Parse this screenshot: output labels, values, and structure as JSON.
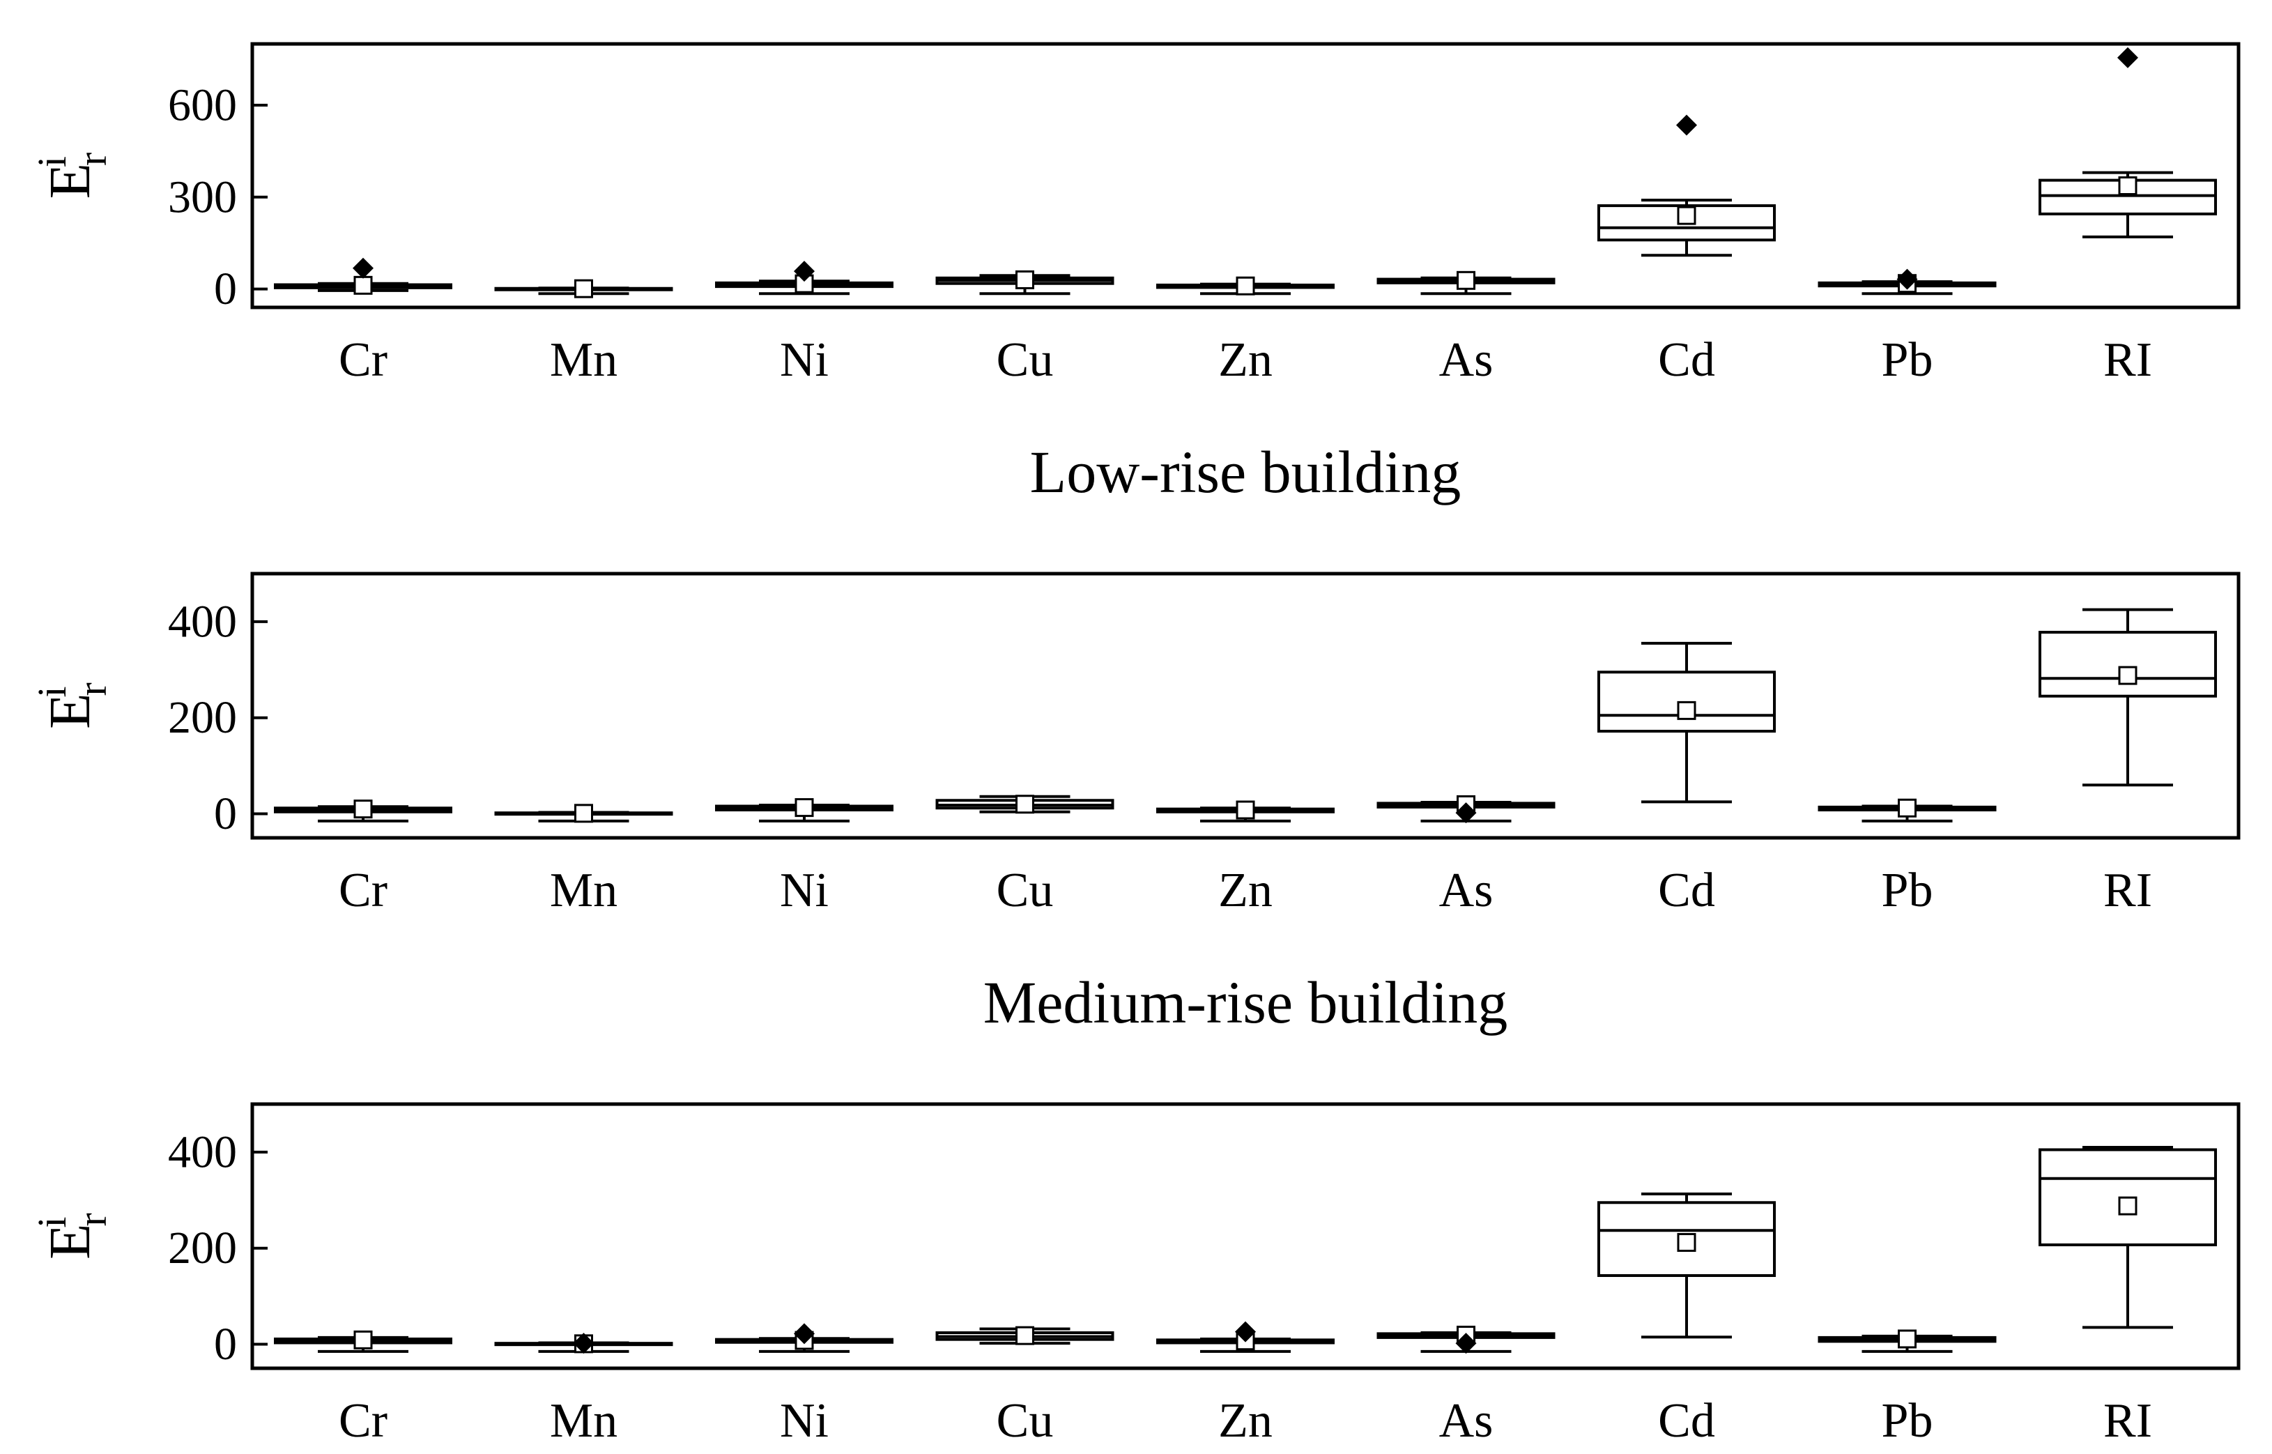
{
  "chart_data": [
    {
      "type": "box",
      "title": "Low-rise building",
      "ylabel": {
        "base": "E",
        "sup": "i",
        "sub": "r"
      },
      "ylim": [
        -60,
        800
      ],
      "yticks": [
        0,
        300,
        600
      ],
      "categories": [
        "Cr",
        "Mn",
        "Ni",
        "Cu",
        "Zn",
        "As",
        "Cd",
        "Pb",
        "RI"
      ],
      "boxes": [
        {
          "whisker_low": -5,
          "q1": 4,
          "median": 9,
          "q3": 14,
          "whisker_high": 18,
          "mean": 12,
          "outliers": [
            68
          ]
        },
        {
          "whisker_low": -15,
          "q1": 0,
          "median": 1,
          "q3": 2,
          "whisker_high": 3,
          "mean": 1,
          "outliers": []
        },
        {
          "whisker_low": -15,
          "q1": 8,
          "median": 14,
          "q3": 20,
          "whisker_high": 26,
          "mean": 17,
          "outliers": [
            58
          ]
        },
        {
          "whisker_low": -15,
          "q1": 18,
          "median": 28,
          "q3": 36,
          "whisker_high": 44,
          "mean": 30,
          "outliers": []
        },
        {
          "whisker_low": -15,
          "q1": 5,
          "median": 9,
          "q3": 13,
          "whisker_high": 16,
          "mean": 10,
          "outliers": []
        },
        {
          "whisker_low": -15,
          "q1": 20,
          "median": 26,
          "q3": 32,
          "whisker_high": 36,
          "mean": 28,
          "outliers": []
        },
        {
          "whisker_low": 110,
          "q1": 160,
          "median": 200,
          "q3": 272,
          "whisker_high": 290,
          "mean": 240,
          "outliers": [
            535
          ]
        },
        {
          "whisker_low": -15,
          "q1": 10,
          "median": 17,
          "q3": 20,
          "whisker_high": 24,
          "mean": 18,
          "outliers": [
            32
          ]
        },
        {
          "whisker_low": 170,
          "q1": 245,
          "median": 305,
          "q3": 355,
          "whisker_high": 380,
          "mean": 337,
          "outliers": [
            755
          ]
        }
      ]
    },
    {
      "type": "box",
      "title": "Medium-rise building",
      "ylabel": {
        "base": "E",
        "sup": "i",
        "sub": "r"
      },
      "ylim": [
        -50,
        500
      ],
      "yticks": [
        0,
        200,
        400
      ],
      "categories": [
        "Cr",
        "Mn",
        "Ni",
        "Cu",
        "Zn",
        "As",
        "Cd",
        "Pb",
        "RI"
      ],
      "boxes": [
        {
          "whisker_low": -15,
          "q1": 4,
          "median": 8,
          "q3": 12,
          "whisker_high": 15,
          "mean": 10,
          "outliers": []
        },
        {
          "whisker_low": -15,
          "q1": 0,
          "median": 1,
          "q3": 2,
          "whisker_high": 3,
          "mean": 1,
          "outliers": []
        },
        {
          "whisker_low": -15,
          "q1": 8,
          "median": 12,
          "q3": 16,
          "whisker_high": 18,
          "mean": 13,
          "outliers": []
        },
        {
          "whisker_low": 4,
          "q1": 12,
          "median": 18,
          "q3": 28,
          "whisker_high": 36,
          "mean": 20,
          "outliers": []
        },
        {
          "whisker_low": -15,
          "q1": 4,
          "median": 7,
          "q3": 10,
          "whisker_high": 12,
          "mean": 8,
          "outliers": []
        },
        {
          "whisker_low": -15,
          "q1": 14,
          "median": 18,
          "q3": 22,
          "whisker_high": 24,
          "mean": 19,
          "outliers": [
            2
          ]
        },
        {
          "whisker_low": 25,
          "q1": 172,
          "median": 205,
          "q3": 295,
          "whisker_high": 355,
          "mean": 215,
          "outliers": []
        },
        {
          "whisker_low": -15,
          "q1": 8,
          "median": 11,
          "q3": 14,
          "whisker_high": 16,
          "mean": 12,
          "outliers": []
        },
        {
          "whisker_low": 60,
          "q1": 245,
          "median": 282,
          "q3": 378,
          "whisker_high": 425,
          "mean": 288,
          "outliers": []
        }
      ]
    },
    {
      "type": "box",
      "title": "",
      "ylabel": {
        "base": "E",
        "sup": "i",
        "sub": "r"
      },
      "ylim": [
        -50,
        500
      ],
      "yticks": [
        0,
        200,
        400
      ],
      "categories": [
        "Cr",
        "Mn",
        "Ni",
        "Cu",
        "Zn",
        "As",
        "Cd",
        "Pb",
        "RI"
      ],
      "boxes": [
        {
          "whisker_low": -15,
          "q1": 3,
          "median": 7,
          "q3": 11,
          "whisker_high": 14,
          "mean": 9,
          "outliers": []
        },
        {
          "whisker_low": -15,
          "q1": 0,
          "median": 1,
          "q3": 2,
          "whisker_high": 3,
          "mean": 1,
          "outliers": [
            2
          ]
        },
        {
          "whisker_low": -15,
          "q1": 4,
          "median": 7,
          "q3": 10,
          "whisker_high": 12,
          "mean": 8,
          "outliers": [
            22
          ]
        },
        {
          "whisker_low": 2,
          "q1": 10,
          "median": 16,
          "q3": 24,
          "whisker_high": 32,
          "mean": 18,
          "outliers": []
        },
        {
          "whisker_low": -15,
          "q1": 3,
          "median": 6,
          "q3": 9,
          "whisker_high": 11,
          "mean": 7,
          "outliers": [
            26
          ]
        },
        {
          "whisker_low": -15,
          "q1": 14,
          "median": 18,
          "q3": 22,
          "whisker_high": 24,
          "mean": 19,
          "outliers": [
            2
          ]
        },
        {
          "whisker_low": 15,
          "q1": 143,
          "median": 237,
          "q3": 295,
          "whisker_high": 313,
          "mean": 212,
          "outliers": []
        },
        {
          "whisker_low": -15,
          "q1": 6,
          "median": 10,
          "q3": 14,
          "whisker_high": 17,
          "mean": 11,
          "outliers": []
        },
        {
          "whisker_low": 35,
          "q1": 207,
          "median": 345,
          "q3": 405,
          "whisker_high": 410,
          "mean": 288,
          "outliers": []
        }
      ]
    }
  ]
}
